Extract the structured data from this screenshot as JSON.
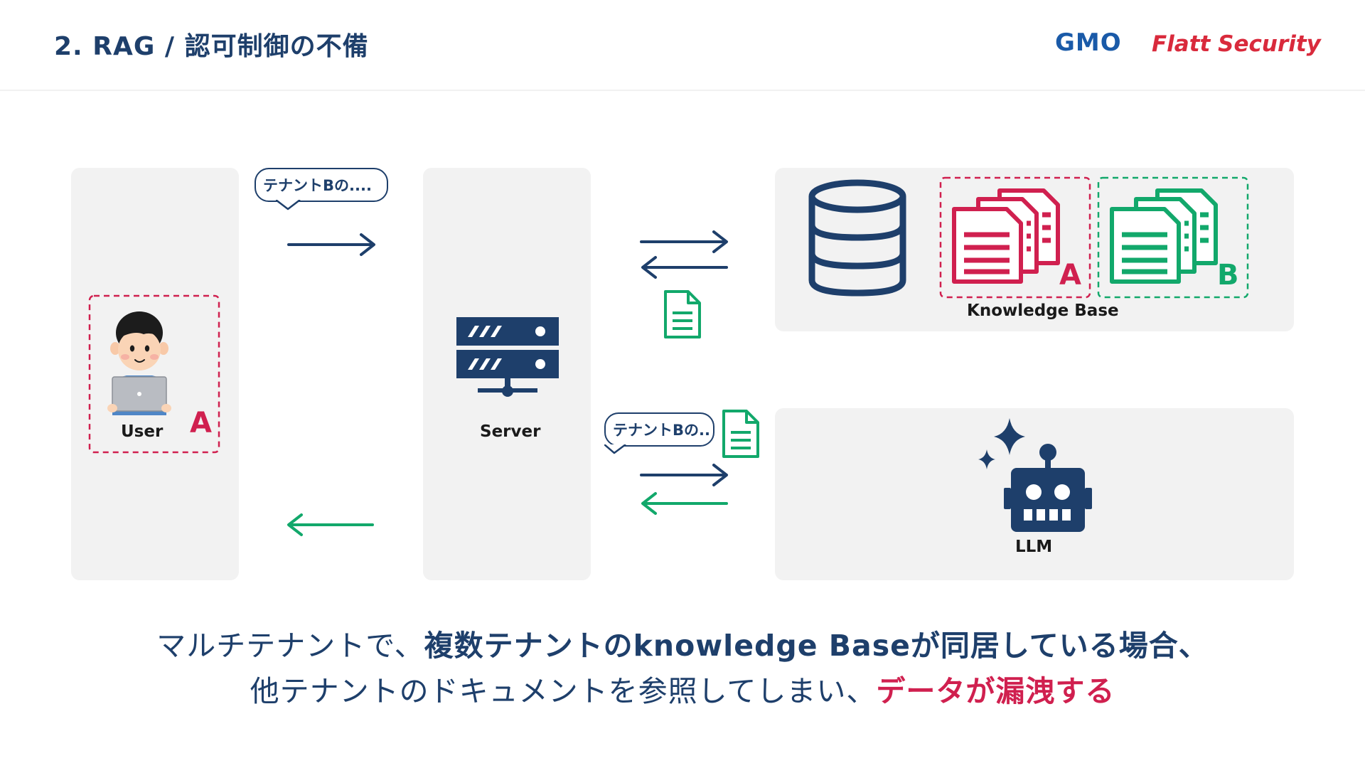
{
  "header": {
    "title": "2. RAG / 認可制御の不備",
    "logo_gmo": "GMO",
    "logo_flatt": "Flatt Security"
  },
  "colors": {
    "navy": "#1e3f6b",
    "red": "#d0204f",
    "green": "#12a86b",
    "panel": "#f2f2f2"
  },
  "user": {
    "label": "User",
    "tenant": "A"
  },
  "server": {
    "label": "Server"
  },
  "knowledge_base": {
    "label": "Knowledge Base",
    "tenant_a": "A",
    "tenant_b": "B"
  },
  "llm": {
    "label": "LLM"
  },
  "bubbles": {
    "user_query": "テナントBの....",
    "llm_query": "テナントBの.."
  },
  "caption": {
    "line1_normal": "マルチテナントで、",
    "line1_bold": "複数テナントのknowledge Baseが同居している場合、",
    "line2_normal": "他テナントのドキュメントを参照してしまい、",
    "line2_danger": "データが漏洩する"
  }
}
